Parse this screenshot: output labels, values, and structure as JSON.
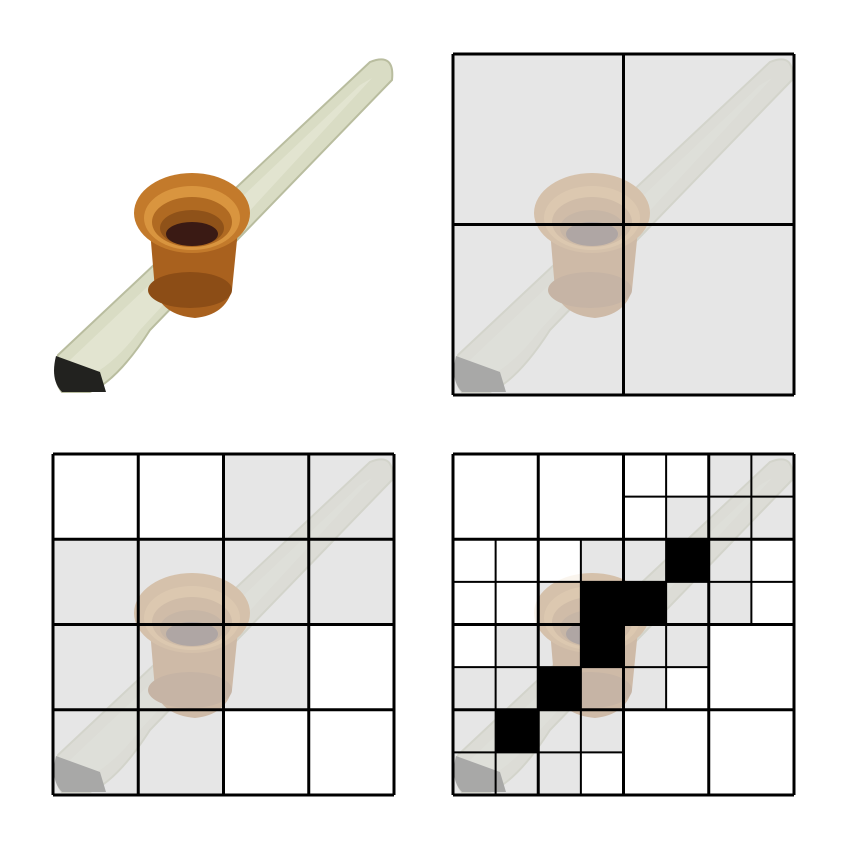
{
  "figure": {
    "panels": [
      {
        "name": "panel-original",
        "grid": 0,
        "cells": []
      },
      {
        "name": "panel-level-1",
        "grid": 2,
        "cells": [
          "gray",
          "gray",
          "gray",
          "gray"
        ]
      },
      {
        "name": "panel-level-2",
        "grid": 4,
        "cells": [
          "white",
          "white",
          "gray",
          "gray",
          "gray",
          "gray",
          "gray",
          "gray",
          "gray",
          "gray",
          "gray",
          "white",
          "gray",
          "gray",
          "white",
          "white"
        ]
      },
      {
        "name": "panel-level-3",
        "grid": 8,
        "cells": [
          "white",
          "white",
          "white",
          "white",
          "white",
          "white",
          "gray",
          "gray",
          "white",
          "white",
          "white",
          "white",
          "white",
          "gray",
          "gray",
          "gray",
          "white",
          "white",
          "white",
          "gray",
          "gray",
          "black",
          "gray",
          "white",
          "white",
          "white",
          "gray",
          "black",
          "black",
          "gray",
          "gray",
          "white",
          "white",
          "gray",
          "gray",
          "black",
          "gray",
          "gray",
          "white",
          "white",
          "gray",
          "gray",
          "black",
          "gray",
          "gray",
          "white",
          "white",
          "white",
          "gray",
          "black",
          "gray",
          "gray",
          "white",
          "white",
          "white",
          "white",
          "gray",
          "gray",
          "gray",
          "white",
          "white",
          "white",
          "white",
          "white"
        ],
        "lines": [
          [
            0,
            4,
            1,
            4
          ],
          [
            1,
            4,
            2,
            4
          ],
          [
            1,
            2,
            2,
            2
          ],
          [
            1,
            3,
            2,
            3
          ],
          [
            1,
            5,
            2,
            5
          ],
          [
            1,
            6,
            2,
            6
          ],
          [
            1,
            7,
            2,
            7
          ],
          [
            0,
            5,
            1,
            5
          ],
          [
            0,
            6,
            1,
            6
          ],
          [
            0,
            7,
            1,
            7
          ],
          [
            2,
            1,
            3,
            1
          ],
          [
            2,
            2,
            3,
            2
          ],
          [
            2,
            3,
            3,
            3
          ],
          [
            2,
            5,
            3,
            5
          ],
          [
            2,
            6,
            3,
            6
          ],
          [
            2,
            7,
            3,
            7
          ],
          [
            3,
            1,
            4,
            1
          ],
          [
            3,
            2,
            4,
            2
          ],
          [
            3,
            3,
            4,
            3
          ],
          [
            3,
            4,
            4,
            4
          ],
          [
            3,
            5,
            4,
            5
          ],
          [
            3,
            6,
            4,
            6
          ],
          [
            3,
            7,
            4,
            7
          ]
        ]
      }
    ],
    "colors": {
      "grid_line": "#000000",
      "gray_fill": "#dcdcdc",
      "black_fill": "#000000",
      "kazoo_body": "#d9dcc4",
      "kazoo_body_dark": "#b9bd9f",
      "kazoo_cup": "#b86f24",
      "kazoo_cup_light": "#d9953f",
      "kazoo_hole": "#3a1a14"
    }
  }
}
